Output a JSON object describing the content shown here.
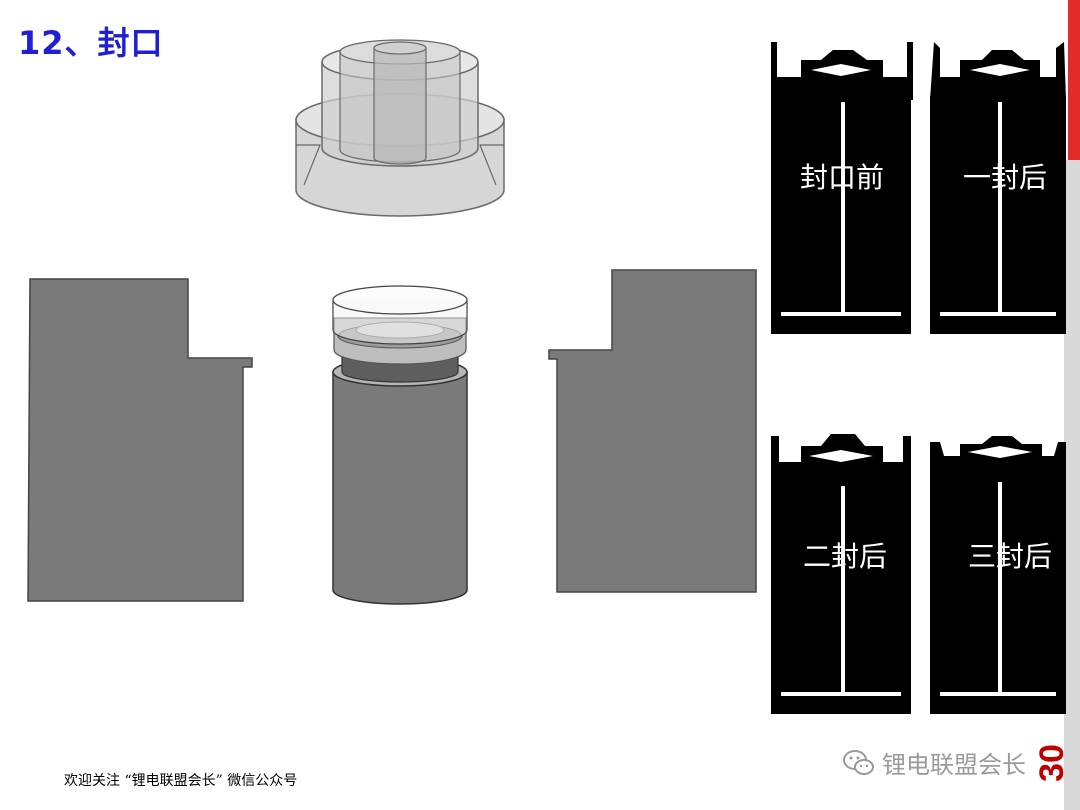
{
  "slide": {
    "title": "12、封口",
    "footer_note": "欢迎关注 “锂电联盟会长” 微信公众号",
    "brand": "锂电联盟会长",
    "page_number": "30"
  },
  "panels": [
    {
      "label": "封口前"
    },
    {
      "label": "一封后"
    },
    {
      "label": "二封后"
    },
    {
      "label": "三封后"
    }
  ],
  "colors": {
    "title": "#1f1fd6",
    "accent": "#e32b2b",
    "page_number": "#c00000",
    "mold_gray": "#7a7a7a",
    "cell_black": "#000000"
  },
  "icons": [
    "wechat-icon"
  ]
}
